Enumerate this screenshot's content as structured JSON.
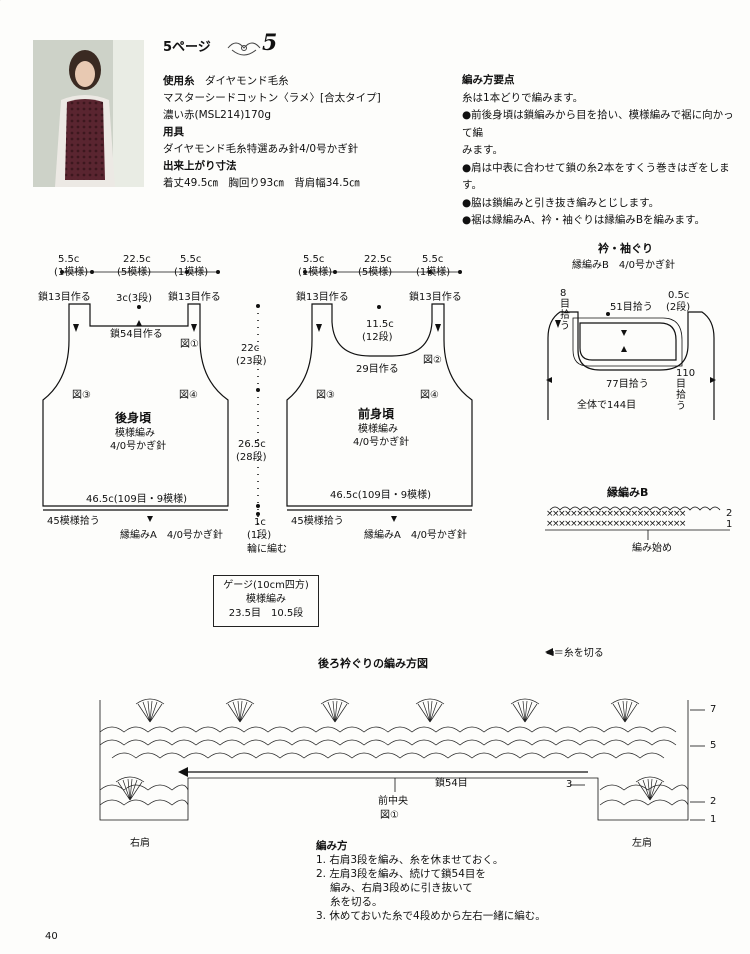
{
  "header": {
    "page_label": "5ページ",
    "pattern_number": "5"
  },
  "materials": {
    "yarn_title": "使用糸",
    "yarn_brand": "ダイヤモンド毛糸",
    "yarn_name": "マスターシードコットン〈ラメ〉[合太タイプ]",
    "yarn_color": "濃い赤(MSL214)170g",
    "tools_title": "用具",
    "tools": "ダイヤモンド毛糸特選あみ針4/0号かぎ針",
    "size_title": "出来上がり寸法",
    "size": "着丈49.5㎝　胸回り93㎝　背肩幅34.5㎝"
  },
  "points": {
    "title": "編み方要点",
    "items": [
      "糸は1本どりで編みます。",
      "●前後身頃は鎖編みから目を拾い、模様編みで裾に向かって編",
      "みます。",
      "●肩は中表に合わせて鎖の糸2本をすくう巻きはぎをします。",
      "●脇は鎖編みと引き抜き編みとじします。",
      "●裾は縁編みA、衿・袖ぐりは縁編みBを編みます。"
    ]
  },
  "back": {
    "d1": "5.5c",
    "d1s": "(1模様)",
    "d2": "22.5c",
    "d2s": "(5模様)",
    "d3": "5.5c",
    "d3s": "(1模様)",
    "chain_l": "鎖13目作る",
    "neck": "3c(3段)",
    "chain_r": "鎖13目作る",
    "chain54": "鎖54目作る",
    "fig1": "図①",
    "fig3": "図③",
    "fig4": "図④",
    "title": "後身頃",
    "sub1": "模様編み",
    "sub2": "4/0号かぎ針",
    "width": "46.5c(109目・9模様)",
    "pick": "45模様拾う",
    "edge": "縁編みA　4/0号かぎ針"
  },
  "middle": {
    "h1": "22c",
    "h1s": "(23段)",
    "h2": "26.5c",
    "h2s": "(28段)",
    "h3": "1c",
    "h3s": "(1段)",
    "ring": "輪に編む"
  },
  "front": {
    "d1": "5.5c",
    "d1s": "(1模様)",
    "d2": "22.5c",
    "d2s": "(5模様)",
    "d3": "5.5c",
    "d3s": "(1模様)",
    "chain_l": "鎖13目作る",
    "chain_r": "鎖13目作る",
    "neck": "11.5c",
    "necks": "(12段)",
    "chain29": "29目作る",
    "fig2": "図②",
    "fig3": "図③",
    "fig4": "図④",
    "title": "前身頃",
    "sub1": "模様編み",
    "sub2": "4/0号かぎ針",
    "width": "46.5c(109目・9模様)",
    "pick": "45模様拾う",
    "edge": "縁編みA　4/0号かぎ針"
  },
  "collar": {
    "title": "衿・袖ぐり",
    "sub": "縁編みB　4/0号かぎ針",
    "pick8": "8目拾う",
    "pick51": "51目拾う",
    "d05": "0.5c",
    "d05s": "(2段)",
    "pick77": "77目拾う",
    "pick110": "110目拾う",
    "total": "全体で144目"
  },
  "edgeB": {
    "title": "縁編みB",
    "row2": "2",
    "row1": "1",
    "start": "編み始め",
    "stitches1": "×××××××××××××××××××××××",
    "stitches2": "×××××××××××××××××××××××"
  },
  "gauge": {
    "title": "ゲージ(10cm四方)",
    "pattern": "模様編み",
    "values": "23.5目　10.5段"
  },
  "neckline": {
    "title": "後ろ衿ぐりの編み方図",
    "legend": "◄＝糸を切る",
    "r7": "7",
    "r5": "5",
    "r3": "3",
    "r2": "2",
    "r1": "1",
    "chain54": "鎖54目",
    "center": "前中央",
    "fig1": "図①",
    "right": "右肩",
    "left": "左肩"
  },
  "howto": {
    "title": "編み方",
    "s1": "1. 右肩3段を編み、糸を休ませておく。",
    "s2a": "2. 左肩3段を編み、続けて鎖54目を",
    "s2b": "編み、右肩3段めに引き抜いて",
    "s2c": "糸を切る。",
    "s3": "3. 休めておいた糸で4段めから左右一緒に編む。"
  },
  "page_number": "40",
  "colors": {
    "ink": "#111111",
    "paper": "#fdfdfb"
  }
}
